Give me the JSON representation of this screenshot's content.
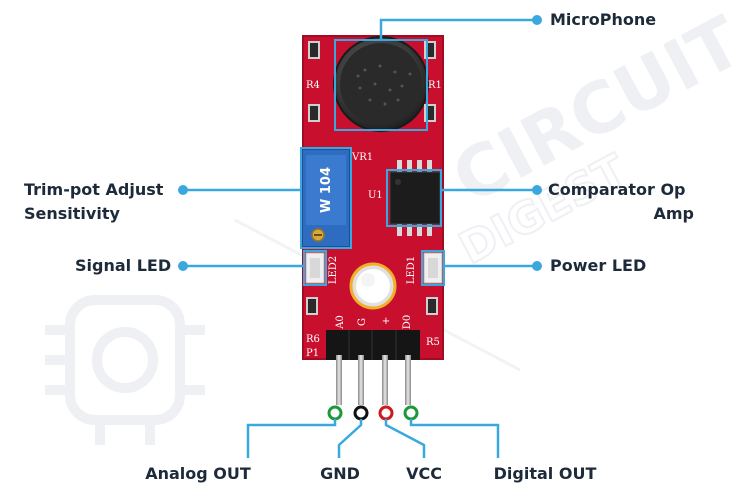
{
  "labels": {
    "microphone": "MicroPhone",
    "trimpot_line1": "Trim-pot Adjust",
    "trimpot_line2": "Sensitivity",
    "comparator_line1": "Comparator Op",
    "comparator_line2": "Amp",
    "signal_led": "Signal LED",
    "power_led": "Power LED",
    "analog_out": "Analog OUT",
    "gnd": "GND",
    "vcc": "VCC",
    "digital_out": "Digital OUT"
  },
  "board": {
    "pot_marking": "W 104",
    "silk_r4": "R4",
    "silk_r1": "R1",
    "silk_vr1": "VR1",
    "silk_u1": "U1",
    "silk_led2": "LED2",
    "silk_led1": "LED1",
    "silk_r6": "R6",
    "silk_p1": "P1",
    "silk_r5": "R5",
    "pin_a0": "A0",
    "pin_g": "G",
    "pin_plus": "+",
    "pin_d0": "D0"
  },
  "watermark": {
    "line1": "CIRCUIT",
    "line2": "DIGEST"
  },
  "colors": {
    "callout": "#3aa8df",
    "pcb": "#c8102e",
    "pot": "#2d6cc0",
    "label_text": "#1d2a3a",
    "pin_green": "#1a9a3a",
    "pin_black": "#111111",
    "pin_red": "#d01a1a"
  }
}
